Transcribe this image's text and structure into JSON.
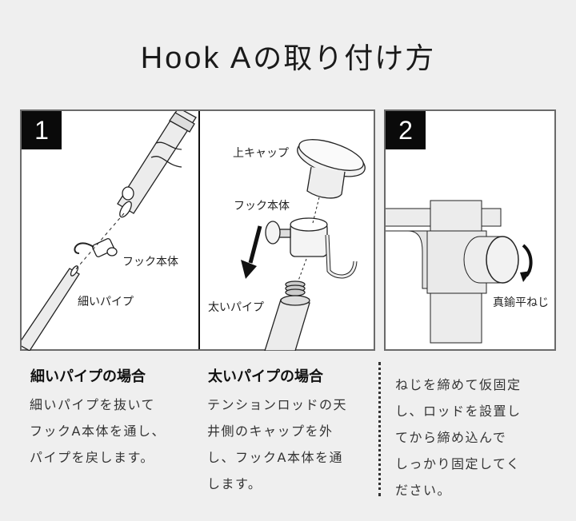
{
  "title": {
    "latin": "Hook A",
    "jp": "の取り付け方"
  },
  "steps": [
    {
      "number": "1"
    },
    {
      "number": "2"
    }
  ],
  "panels": {
    "thin_pipe": {
      "label_hook_body": "フック本体",
      "label_pipe": "細いパイプ"
    },
    "thick_pipe": {
      "label_top_cap": "上キャップ",
      "label_hook_body": "フック本体",
      "label_pipe": "太いパイプ"
    },
    "screw": {
      "label_screw": "真鍮平ねじ"
    }
  },
  "sections": [
    {
      "heading": "細いパイプの場合",
      "lines": [
        "細いパイプを抜いて",
        "フックA本体を通し、",
        "パイプを戻します。"
      ]
    },
    {
      "heading": "太いパイプの場合",
      "lines": [
        "テンションロッドの天",
        "井側のキャップを外",
        "し、フックA本体を通",
        "します。"
      ]
    },
    {
      "heading": "",
      "lines": [
        "ねじを締めて仮固定",
        "し、ロッドを設置し",
        "てから締め込んで",
        "しっかり固定してく",
        "ださい。"
      ]
    }
  ],
  "colors": {
    "background": "#efefef",
    "panel": "#ffffff",
    "badge": "#0a0a0a",
    "fill": "#e8e8e8",
    "stroke": "#222222"
  }
}
